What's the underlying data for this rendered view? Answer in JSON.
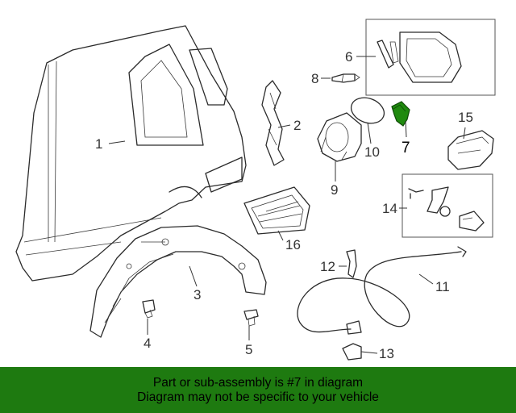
{
  "callouts": [
    "1",
    "2",
    "3",
    "4",
    "5",
    "6",
    "7",
    "8",
    "10",
    "9",
    "15",
    "14",
    "11",
    "12",
    "13",
    "16"
  ],
  "highlight_part": "7",
  "colors": {
    "banner": "#1e7a10",
    "highlight": "#1f8a0e",
    "line": "#2b2b2b"
  },
  "banner": {
    "line1": "Part or sub-assembly is #7 in diagram",
    "line2": "Diagram may not be specific to your vehicle"
  }
}
